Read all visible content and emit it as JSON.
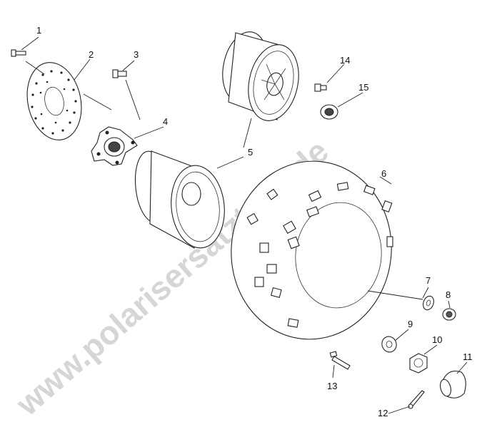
{
  "watermark": "www.polarisersatzteile.de",
  "callouts": [
    "1",
    "2",
    "3",
    "4",
    "5",
    "6",
    "7",
    "8",
    "9",
    "10",
    "11",
    "12",
    "13",
    "14",
    "15"
  ]
}
